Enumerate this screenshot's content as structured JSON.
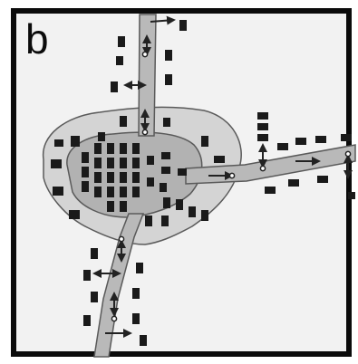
{
  "panel": {
    "label": "b"
  },
  "colors": {
    "background": "#f2f2f2",
    "frame": "#0b0b0b",
    "suburb_fill": "#d4d4d4",
    "core_fill": "#b2b2b2",
    "road_fill": "#b9b9b9",
    "road_edge": "#5a5a5a",
    "building": "#1a1a1a",
    "arrow": "#222222"
  },
  "icons": [
    "building-block",
    "two-way-arrow",
    "node-marker"
  ]
}
